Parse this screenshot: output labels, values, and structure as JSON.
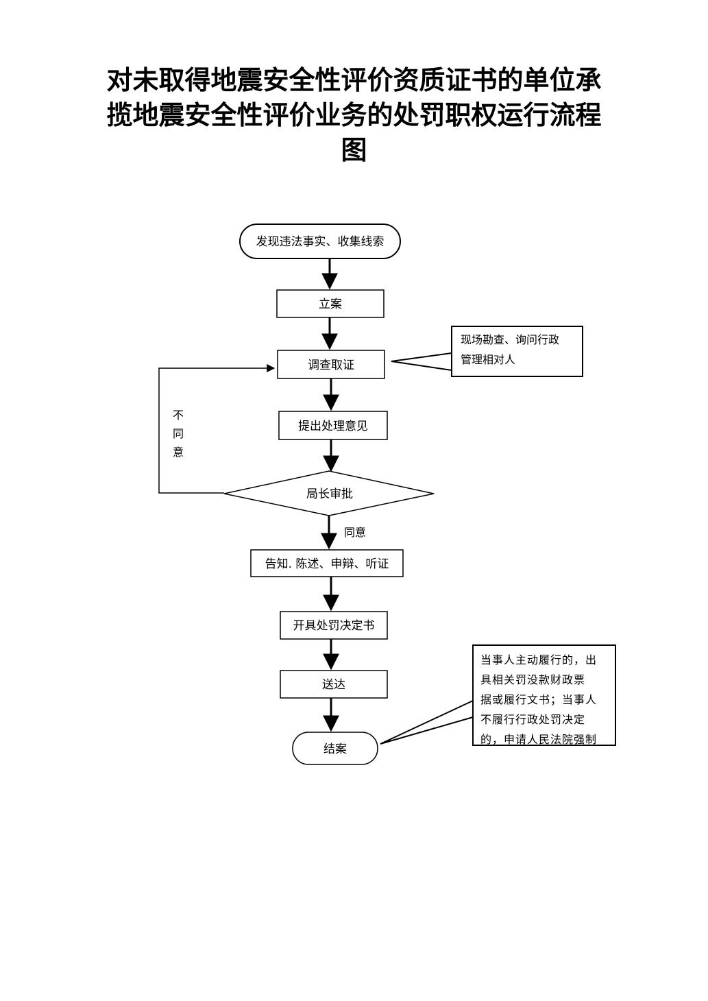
{
  "title": {
    "line1": "对未取得地震安全性评价资质证书的单位承",
    "line2": "揽地震安全性评价业务的处罚职权运行流程",
    "line3": "图"
  },
  "nodes": {
    "start": "发现违法事实、收集线索",
    "register": "立案",
    "investigate": "调查取证",
    "opinion": "提出处理意见",
    "approval": "局长审批",
    "notify": "告知. 陈述、申辩、听证",
    "decision": "开具处罚决定书",
    "deliver": "送达",
    "close": "结案"
  },
  "notes": {
    "investigate_note": [
      "现场勘查、询问行政",
      "管理相对人"
    ],
    "close_note": [
      "当事人主动履行的，出",
      "具相关罚没款财政票",
      "据或履行文书；当事人",
      "不履行行政处罚决定",
      "的，申请人民法院强制"
    ]
  },
  "edge_labels": {
    "disagree": [
      "不",
      "同",
      "意"
    ],
    "agree": "同意"
  }
}
